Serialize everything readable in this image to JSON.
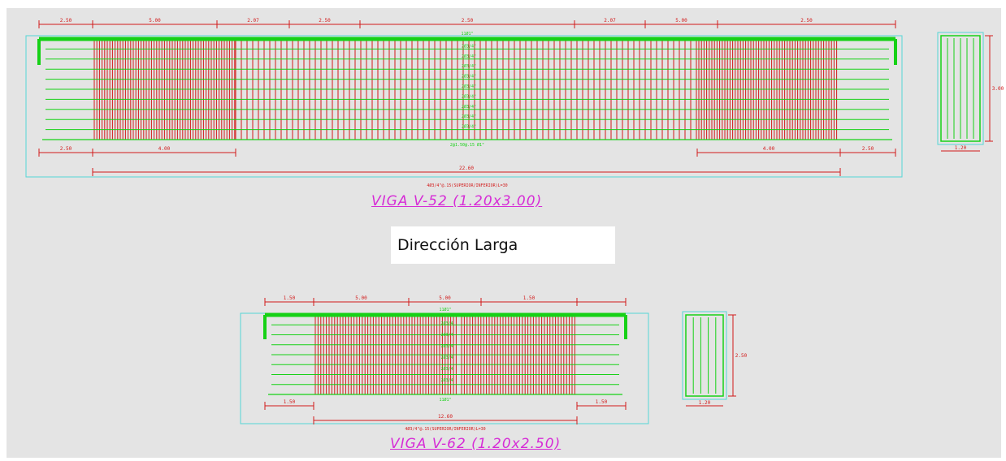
{
  "colors": {
    "background": "#e4e4e4",
    "frame": "#ffffff",
    "stirrup": "#d21a1a",
    "bar": "#16d116",
    "outline": "#55d6d6",
    "dimension": "#d21a1a",
    "title": "#d62bd6"
  },
  "note": {
    "text": "Dirección Larga"
  },
  "beams": [
    {
      "title": "VIGA  V-52  (1.20x3.00)",
      "top_dims": [
        "2.50",
        "5.00",
        "2.07",
        "2.50",
        "2.50",
        "2.07",
        "5.00",
        "2.50"
      ],
      "bottom_dims": [
        "2.50",
        "4.00",
        "4.00",
        "2.50"
      ],
      "overall_dim": "22.60",
      "section_height": "3.00",
      "section_width": "1.20",
      "span_note": "4Ø3/4\"@.15(SUPERIOR/INFERIOR)L=30",
      "top_bar": "11Ø1\"",
      "bottom_bar": "2@1.50@.15 Ø1\"",
      "side_bars": [
        "2Ø3/4\"",
        "2Ø3/4\"",
        "2Ø3/4\"",
        "2Ø3/4\"",
        "2Ø3/4\"",
        "2Ø3/4\"",
        "2Ø3/4\"",
        "2Ø3/4\"",
        "2Ø3/4\""
      ]
    },
    {
      "title": "VIGA  V-62  (1.20x2.50)",
      "top_dims": [
        "1.50",
        "5.00",
        "5.00",
        "1.50"
      ],
      "bottom_dims": [
        "1.50",
        "1.50"
      ],
      "overall_dim": "12.60",
      "section_height": "2.50",
      "section_width": "1.20",
      "span_note": "4Ø3/4\"@.15(SUPERIOR/INFERIOR)L=30",
      "top_bar": "11Ø1\"",
      "bottom_bar": "11Ø1\"",
      "side_bars": [
        "2Ø3/4",
        "2Ø3/4",
        "2Ø3/4",
        "2Ø3/4",
        "2Ø3/4",
        "2Ø3/4"
      ]
    }
  ]
}
